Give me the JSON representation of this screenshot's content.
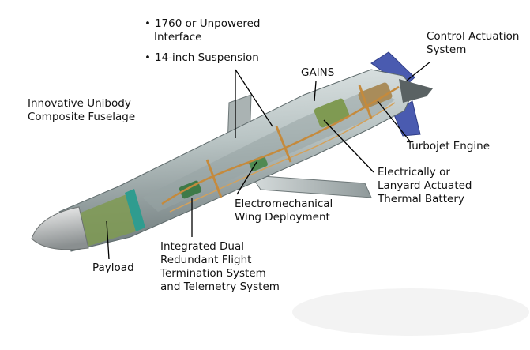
{
  "labels": {
    "interface_1760": "1760 or Unpowered",
    "interface_1760_cont": "Interface",
    "suspension": "14-inch Suspension",
    "bullet": "•",
    "control_actuation_1": "Control Actuation",
    "control_actuation_2": "System",
    "gains": "GAINS",
    "fuselage_1": "Innovative Unibody",
    "fuselage_2": "Composite Fuselage",
    "turbojet": "Turbojet Engine",
    "battery_1": "Electrically or",
    "battery_2": "Lanyard Actuated",
    "battery_3": "Thermal Battery",
    "wing_1": "Electromechanical",
    "wing_2": "Wing Deployment",
    "payload": "Payload",
    "fts_1": "Integrated Dual",
    "fts_2": "Redundant Flight",
    "fts_3": "Termination System",
    "fts_4": "and Telemetry System"
  },
  "colors": {
    "body": "#b9c4c4",
    "body_shadow": "#7f8b8c",
    "fin": "#4a5bb0",
    "wiring": "#c58a3c",
    "module_green": "#7f9a52",
    "leader": "#000000"
  }
}
